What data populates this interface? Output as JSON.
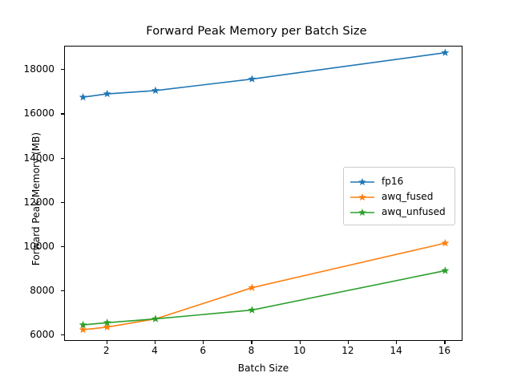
{
  "chart_data": {
    "type": "line",
    "title": "Forward Peak Memory per Batch Size",
    "xlabel": "Batch Size",
    "ylabel": "Forward Peak Memory (MB)",
    "x": [
      1,
      2,
      4,
      8,
      16
    ],
    "xlim": [
      0.25,
      16.75
    ],
    "ylim": [
      5720,
      19060
    ],
    "xticks": [
      2,
      4,
      6,
      8,
      10,
      12,
      14,
      16
    ],
    "xtick_labels": [
      "2",
      "4",
      "6",
      "8",
      "10",
      "12",
      "14",
      "16"
    ],
    "yticks": [
      6000,
      8000,
      10000,
      12000,
      14000,
      16000,
      18000
    ],
    "ytick_labels": [
      "6000",
      "8000",
      "10000",
      "12000",
      "14000",
      "16000",
      "18000"
    ],
    "grid": false,
    "legend_position": "center right",
    "marker": "star",
    "series": [
      {
        "name": "fp16",
        "color": "#1f77b4",
        "values": [
          16770,
          16920,
          17070,
          17590,
          18780
        ]
      },
      {
        "name": "awq_fused",
        "color": "#ff7f0e",
        "values": [
          6260,
          6380,
          6750,
          8160,
          10175
        ]
      },
      {
        "name": "awq_unfused",
        "color": "#2ca02c",
        "values": [
          6480,
          6580,
          6750,
          7150,
          8930
        ]
      }
    ]
  },
  "legend": {
    "entries": [
      {
        "label": "fp16"
      },
      {
        "label": "awq_fused"
      },
      {
        "label": "awq_unfused"
      }
    ]
  }
}
